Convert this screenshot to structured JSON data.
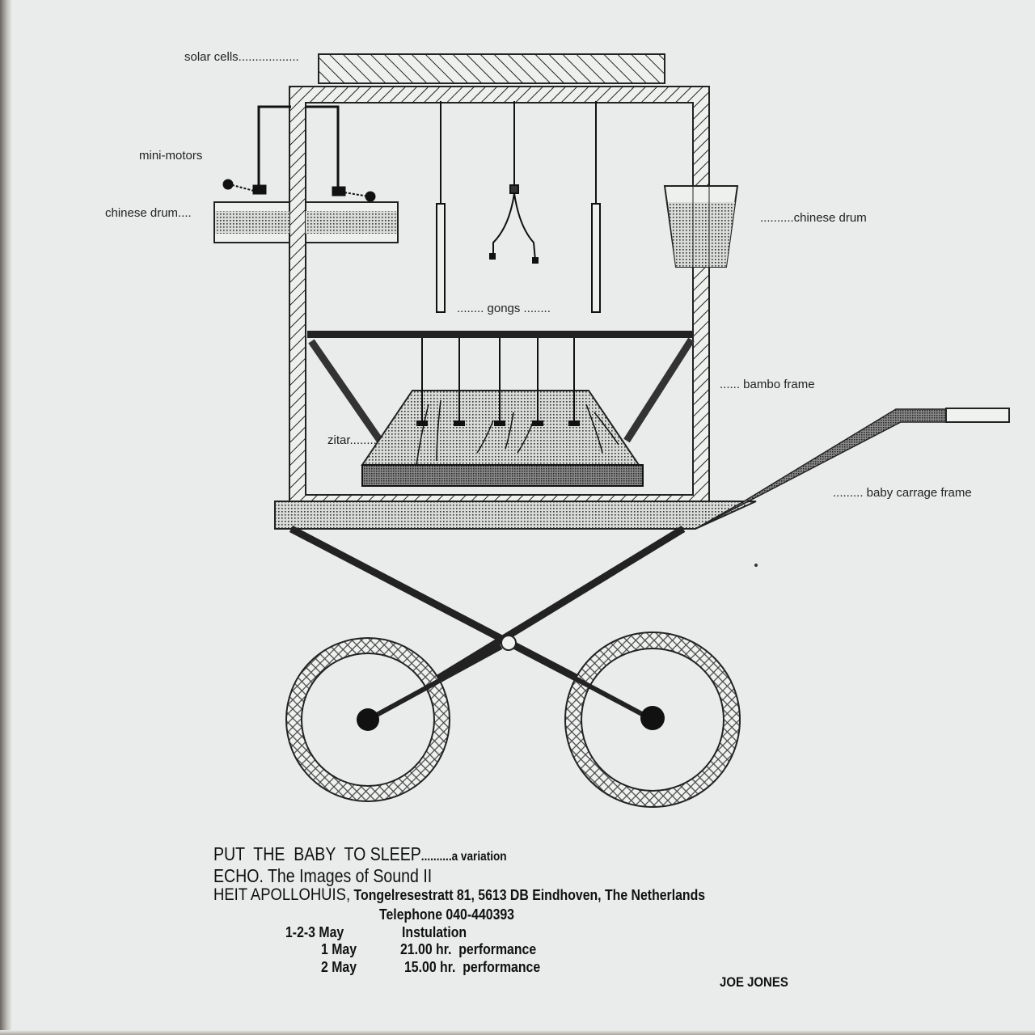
{
  "diagram": {
    "labels": {
      "solar_cells": "solar cells..................",
      "mini_motors": "mini-motors",
      "chinese_drum_left": "chinese drum....",
      "chinese_drum_right": "..........chinese drum",
      "gongs": "........  gongs  ........",
      "bambo_frame": "......  bambo frame",
      "zitar": "zitar........",
      "baby_carrage_frame": ".........  baby carrage frame"
    }
  },
  "caption": {
    "title": "PUT  THE  BABY  TO SLEEP",
    "title_suffix": "..........a variation",
    "line2": "ECHO. The Images of Sound II",
    "venue": "HEIT APOLLOHUIS,",
    "address": "Tongelresestratt 81, 5613 DB Eindhoven, The Netherlands",
    "telephone": "Telephone 040-440393",
    "schedule": [
      {
        "date": "1-2-3 May",
        "event": "Instulation"
      },
      {
        "date": "1 May",
        "event": "21.00 hr.  performance"
      },
      {
        "date": "2 May",
        "event": "15.00 hr.  performance"
      }
    ],
    "author": "JOE JONES"
  }
}
